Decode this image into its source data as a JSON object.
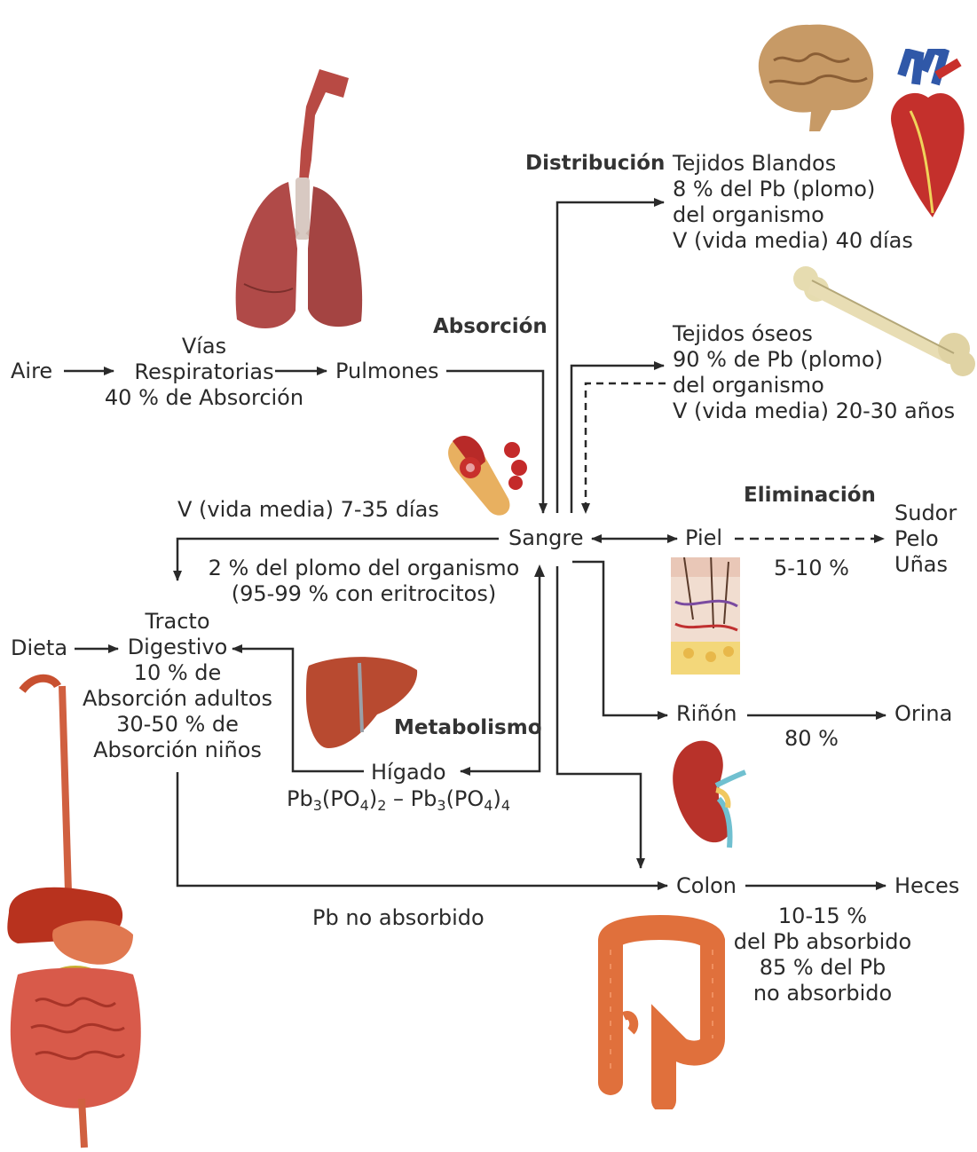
{
  "headings": {
    "distribucion": "Distribución",
    "absorcion": "Absorción",
    "eliminacion": "Eliminación",
    "metabolismo": "Metabolismo"
  },
  "nodes": {
    "aire": "Aire",
    "vias": [
      "Vías",
      "Respiratorias",
      "40 % de Absorción"
    ],
    "pulmones": "Pulmones",
    "tejidos_blandos": [
      "Tejidos Blandos",
      "8 % del Pb (plomo)",
      "del organismo",
      "V (vida media) 40 días"
    ],
    "tejidos_oseos": [
      "Tejidos óseos",
      "90 % de Pb (plomo)",
      "del organismo",
      "V (vida media) 20-30 años"
    ],
    "sangre_vida_media": "V (vida media) 7-35 días",
    "sangre": "Sangre",
    "sangre_detalle": [
      "2 % del plomo del organismo",
      "(95-99 % con eritrocitos)"
    ],
    "piel": "Piel",
    "piel_pct": "5-10 %",
    "sudor": [
      "Sudor",
      "Pelo",
      "Uñas"
    ],
    "dieta": "Dieta",
    "tracto": [
      "Tracto",
      "Digestivo",
      "10 % de",
      "Absorción adultos",
      "30-50 % de",
      "Absorción niños"
    ],
    "rinon": "Riñón",
    "orina": "Orina",
    "rinon_pct": "80 %",
    "higado": "Hígado",
    "formula": {
      "a": "Pb",
      "a1": "3",
      "a2": "(PO",
      "a3": "4",
      "a4": ")",
      "a5": "2",
      "sep": " – ",
      "b": "Pb",
      "b1": "3",
      "b2": "(PO",
      "b3": "4",
      "b4": ")",
      "b5": "4"
    },
    "colon": "Colon",
    "heces": "Heces",
    "no_absorbido": "Pb no absorbido",
    "colon_detalle": [
      "10-15 %",
      "del Pb absorbido",
      "85 % del Pb",
      "no absorbido"
    ]
  },
  "illustrations": [
    "brain-icon",
    "heart-icon",
    "lungs-icon",
    "bone-icon",
    "red-blood-cells-icon",
    "skin-icon",
    "liver-icon",
    "kidney-icon",
    "digestive-system-icon",
    "colon-icon"
  ]
}
